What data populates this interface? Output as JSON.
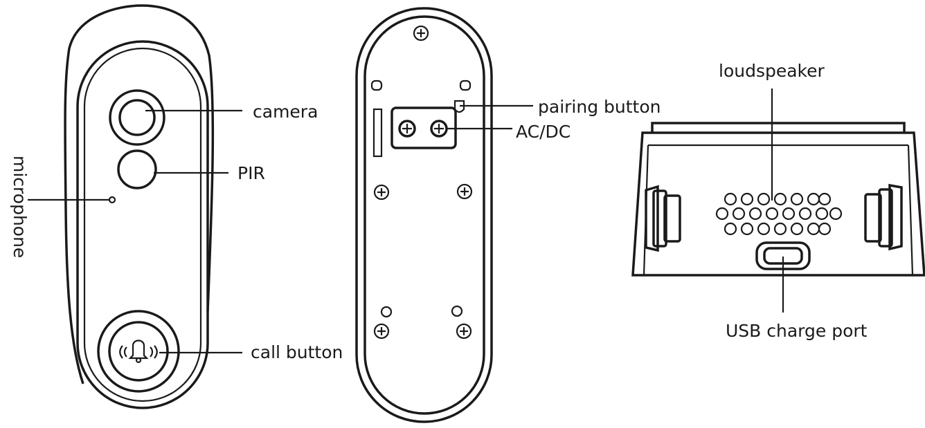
{
  "labels": {
    "camera": "camera",
    "pir": "PIR",
    "microphone": "microphone",
    "call_button": "call button",
    "pairing_button": "pairing button",
    "ac_dc": "AC/DC",
    "loudspeaker": "loudspeaker",
    "usb_charge_port": "USB charge port"
  },
  "colors": {
    "line": "#1a1a1a",
    "background": "#ffffff"
  },
  "icons": {
    "call_button_symbol": "bell-ring-icon",
    "screw": "screw-head-icon"
  }
}
